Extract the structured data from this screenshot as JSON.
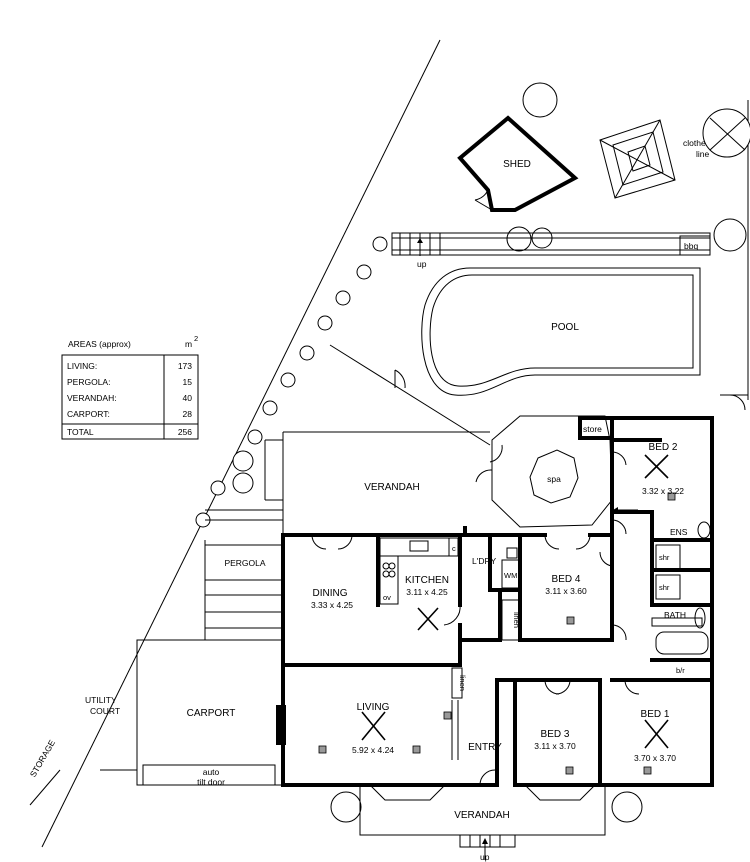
{
  "areas_table": {
    "title": "AREAS (approx)",
    "unit": "m",
    "unit_sup": "2",
    "rows": [
      {
        "label": "LIVING:",
        "value": "173"
      },
      {
        "label": "PERGOLA:",
        "value": "15"
      },
      {
        "label": "VERANDAH:",
        "value": "40"
      },
      {
        "label": "CARPORT:",
        "value": "28"
      },
      {
        "label": "TOTAL",
        "value": "256"
      }
    ]
  },
  "rooms": {
    "shed": "SHED",
    "clothes_line": [
      "clothes",
      "line"
    ],
    "bbq": "bbq",
    "up_top": "up",
    "pool": "POOL",
    "verandah_rear": "VERANDAH",
    "spa": "spa",
    "store": "store",
    "bed2": {
      "name": "BED 2",
      "dims": "3.32 x 3.22"
    },
    "ens": "ENS",
    "shr1": "shr",
    "shr2": "shr",
    "bath": "BATH",
    "blr": "b/r",
    "pergola": "PERGOLA",
    "dining": {
      "name": "DINING",
      "dims": "3.33 x 4.25"
    },
    "kitchen": {
      "name": "KITCHEN",
      "dims": "3.11 x 4.25"
    },
    "ov": "ov",
    "c": "c",
    "ldry": "L'DRY",
    "wm": "WM",
    "linen1": "linen",
    "linen2": "linen",
    "bed4": {
      "name": "BED 4",
      "dims": "3.11 x 3.60"
    },
    "utility_court": [
      "UTILITY",
      "COURT"
    ],
    "storage": "STORAGE",
    "carport": "CARPORT",
    "auto_door": [
      "auto",
      "tilt door"
    ],
    "living": {
      "name": "LIVING",
      "dims": "5.92 x 4.24"
    },
    "entry": "ENTRY",
    "bed3": {
      "name": "BED 3",
      "dims": "3.11 x 3.70"
    },
    "bed1": {
      "name": "BED 1",
      "dims": "3.70 x 3.70"
    },
    "verandah_front": "VERANDAH",
    "up_bottom": "up"
  }
}
